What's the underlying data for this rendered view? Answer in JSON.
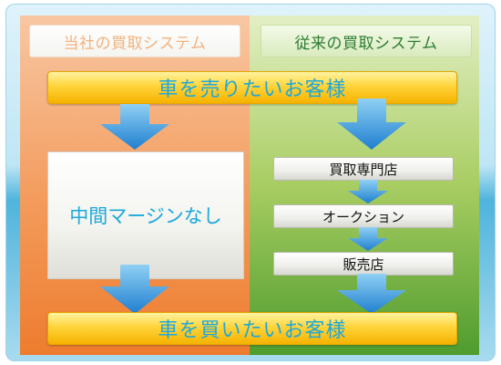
{
  "left_header": "当社の買取システム",
  "right_header": "従来の買取システム",
  "top_banner": "車を売りたいお客様",
  "bottom_banner": "車を買いたいお客様",
  "left_box": "中間マージンなし",
  "right_steps": [
    "買取専門店",
    "オークション",
    "販売店"
  ],
  "colors": {
    "accent_text": "#1ca8dc",
    "left_panel": "#ee7c2e",
    "right_panel": "#4f9c2e",
    "banner": "#ffd43a",
    "arrow": "#2a8fd6"
  }
}
